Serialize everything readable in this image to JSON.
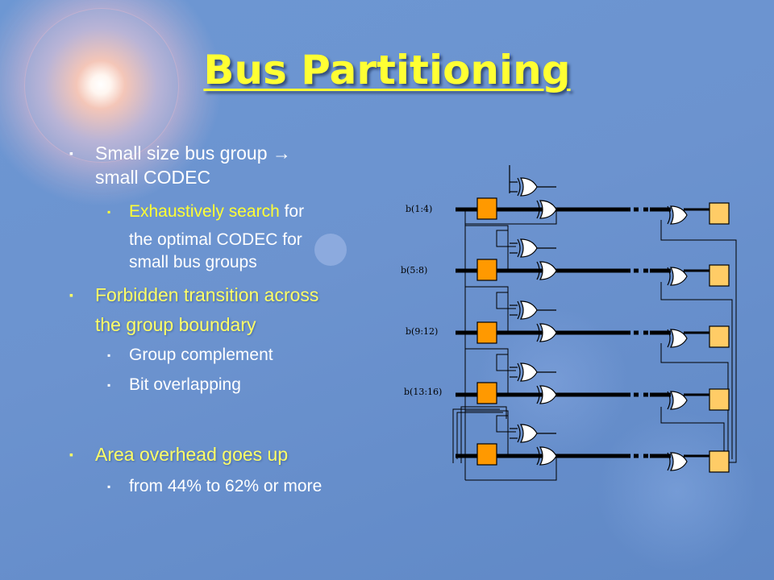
{
  "slide": {
    "title": "Bus Partitioning",
    "bullets": {
      "b1_line1": "Small size bus group →",
      "b1_line2": "small CODEC",
      "b1a_highlight": "Exhaustively search",
      "b1a_rest": " for",
      "b1a_line2": "the optimal CODEC for",
      "b1a_line3": "small bus groups",
      "b2_line1": "Forbidden transition across",
      "b2_line2": "the group boundary",
      "b2a": "Group complement",
      "b2b": "Bit overlapping",
      "b3": "Area overhead goes up",
      "b3a": "from 44% to 62% or more"
    },
    "bullet_marker": "▪"
  },
  "diagram": {
    "bus_labels": [
      "b(1:4)",
      "b(5:8)",
      "b(9:12)",
      "b(13:16)"
    ],
    "left_block_color": "#ff9900",
    "right_block_color": "#ffcc66"
  }
}
